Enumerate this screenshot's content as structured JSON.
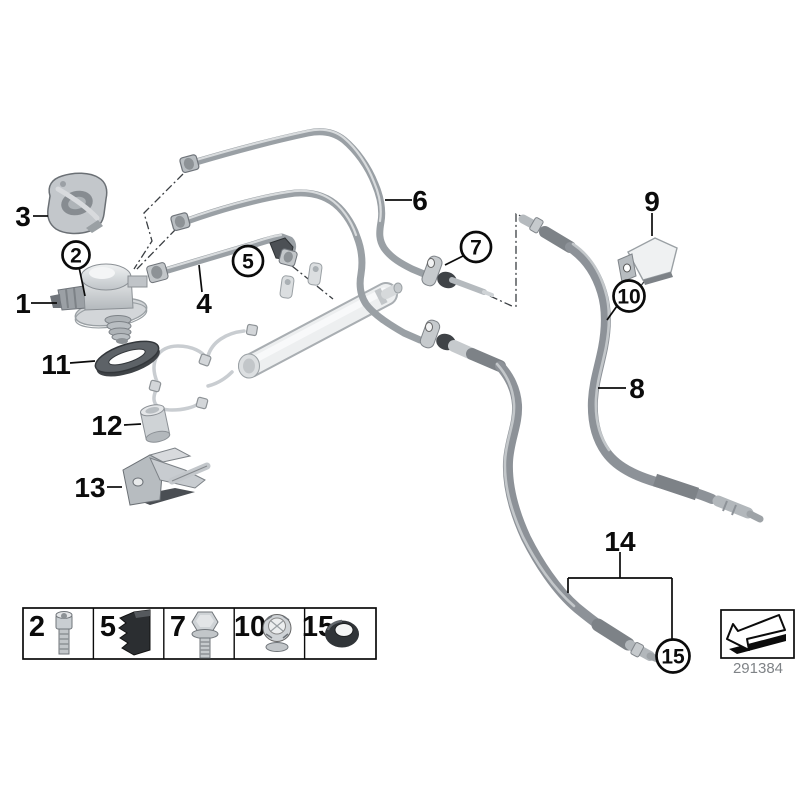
{
  "diagram": {
    "description_visible_text_only": true,
    "drawing_number": "291384",
    "callouts_plain": [
      "1",
      "3",
      "4",
      "6",
      "8",
      "9",
      "11",
      "12",
      "13",
      "14"
    ],
    "callouts_circled": [
      "2",
      "5",
      "7",
      "10",
      "15"
    ],
    "legend": {
      "cells": [
        {
          "number": "2",
          "icon": "socket-head-bolt-icon"
        },
        {
          "number": "5",
          "icon": "rubber-damper-clip-icon"
        },
        {
          "number": "7",
          "icon": "hex-flange-bolt-icon"
        },
        {
          "number": "10",
          "icon": "clamp-nut-icon"
        },
        {
          "number": "15",
          "icon": "seal-ring-icon"
        }
      ]
    },
    "colors": {
      "background": "#ffffff",
      "line_art": "#0b0b0b",
      "metal_light": "#d9dcde",
      "metal_mid": "#aeb3b7",
      "hose_gray": "#8d9298",
      "rubber_dark": "#2b2e31",
      "reference_text": "#7f8387"
    }
  }
}
